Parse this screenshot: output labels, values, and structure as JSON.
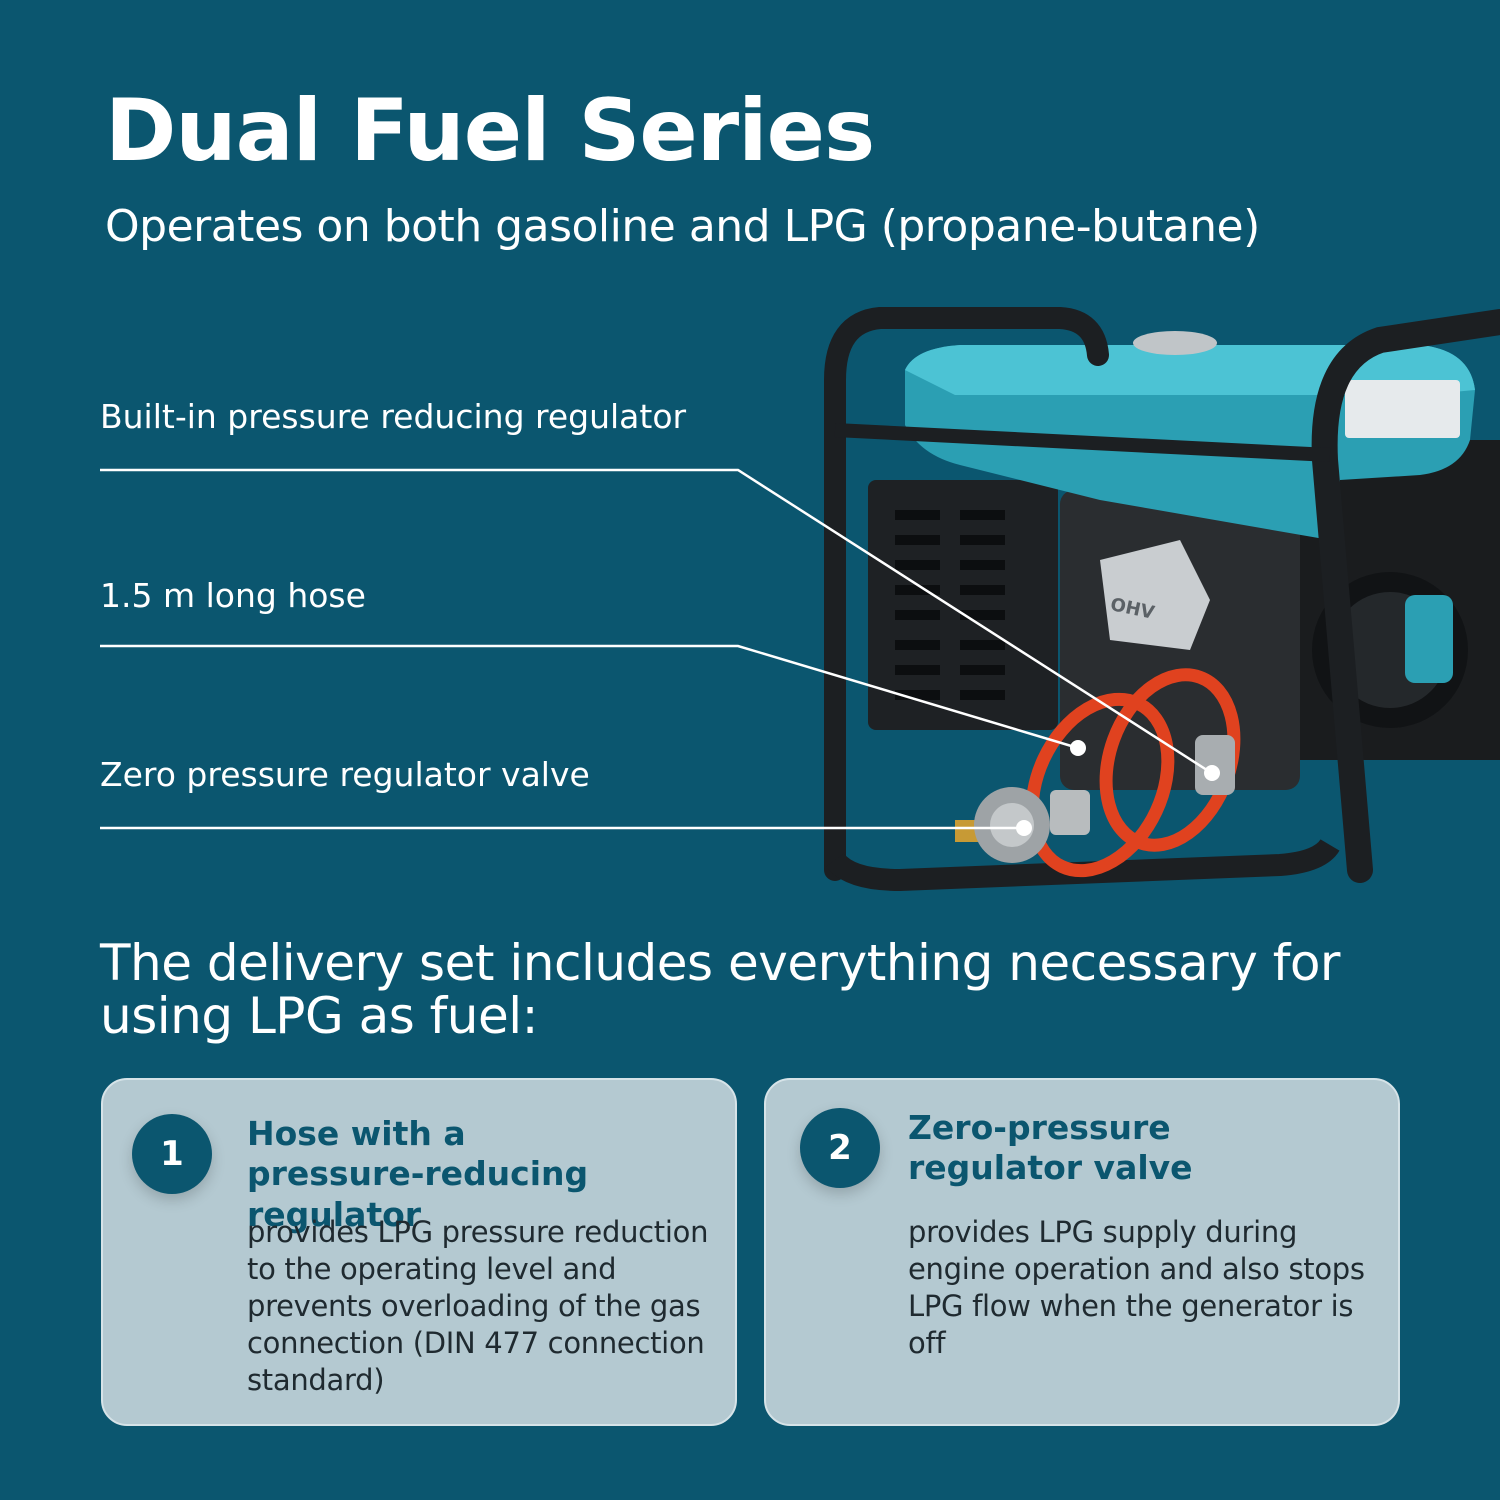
{
  "header": {
    "title": "Dual Fuel Series",
    "subtitle": "Operates on both gasoline and LPG (propane-butane)"
  },
  "callouts": [
    "Built-in pressure reducing regulator",
    "1.5 m long hose",
    "Zero pressure regulator valve"
  ],
  "product_image": {
    "panel_text": "OHV",
    "colors": {
      "tank": "#2b9fb3",
      "frame": "#1c1f22",
      "hose": "#e0421f",
      "valve": "#b8bcbe"
    }
  },
  "intro": "The delivery set includes everything necessary for using LPG  as fuel:",
  "cards": [
    {
      "number": "1",
      "title": "Hose with a pressure-reducing regulator",
      "text": "provides LPG pressure reduction to the operating level and prevents overloading of the gas connection (DIN 477 connection standard)"
    },
    {
      "number": "2",
      "title": "Zero-pressure regulator valve",
      "text": "provides LPG supply during engine operation and also stops LPG flow when the generator is off"
    }
  ],
  "colors": {
    "background": "#0b566f",
    "card": "#b4c9d1",
    "accent": "#0b566f"
  }
}
